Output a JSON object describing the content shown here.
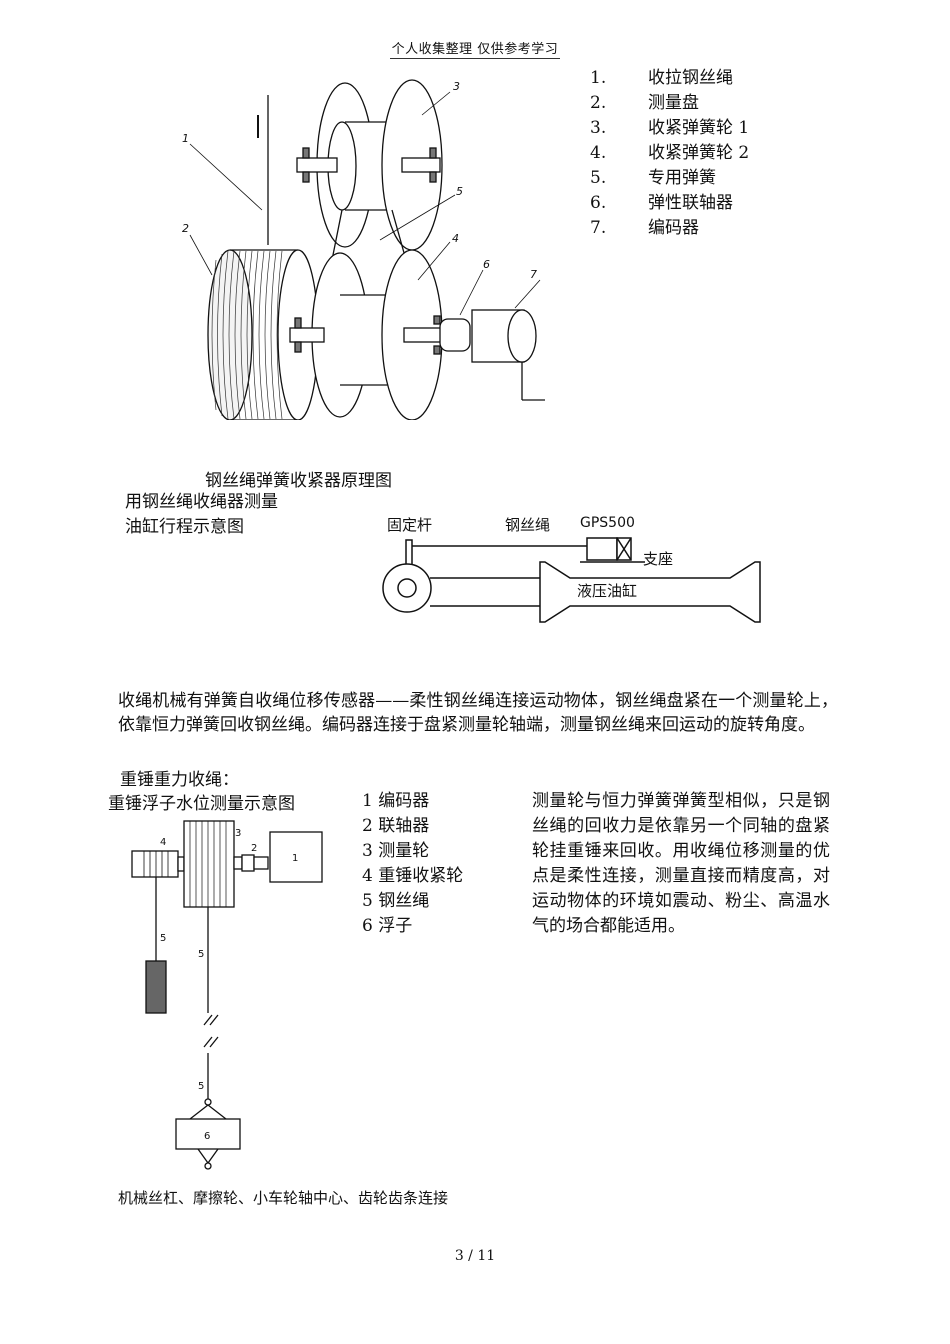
{
  "header": "个人收集整理  仅供参考学习",
  "figure1": {
    "legend": [
      {
        "num": "1.",
        "label": "收拉钢丝绳"
      },
      {
        "num": "2.",
        "label": "测量盘"
      },
      {
        "num": "3.",
        "label": "收紧弹簧轮 1"
      },
      {
        "num": "4.",
        "label": "收紧弹簧轮 2"
      },
      {
        "num": "5.",
        "label": "专用弹簧"
      },
      {
        "num": "6.",
        "label": "弹性联轴器"
      },
      {
        "num": "7.",
        "label": "编码器"
      }
    ],
    "callouts": [
      "1",
      "2",
      "3",
      "4",
      "5",
      "6",
      "7"
    ],
    "caption": "钢丝绳弹簧收紧器原理图"
  },
  "figure2": {
    "caption_line1": "用钢丝绳收绳器测量",
    "caption_line2": "油缸行程示意图",
    "labels": {
      "fixed_rod": "固定杆",
      "wire_rope": "钢丝绳",
      "sensor": "GPS500",
      "support": "支座",
      "cylinder": "液压油缸"
    }
  },
  "paragraph": "收绳机械有弹簧自收绳位移传感器——柔性钢丝绳连接运动物体，钢丝绳盘紧在一个测量轮上，依靠恒力弹簧回收钢丝绳。编码器连接于盘紧测量轮轴端，测量钢丝绳来回运动的旋转角度。",
  "subheading": "重锤重力收绳：",
  "figure3": {
    "caption": "重锤浮子水位测量示意图",
    "legend": [
      "1 编码器",
      "2 联轴器",
      "3 测量轮",
      "4 重锤收紧轮",
      "5 钢丝绳",
      "6 浮子"
    ],
    "callouts": [
      "1",
      "2",
      "3",
      "4",
      "5",
      "5",
      "5",
      "6"
    ]
  },
  "description": "测量轮与恒力弹簧弹簧型相似，只是钢丝绳的回收力是依靠另一个同轴的盘紧轮挂重锤来回收。用收绳位移测量的优点是柔性连接，测量直接而精度高，对运动物体的环境如震动、粉尘、高温水气的场合都能适用。",
  "note": "机械丝杠、摩擦轮、小车轮轴中心、齿轮齿条连接",
  "page_number": "3 / 11"
}
